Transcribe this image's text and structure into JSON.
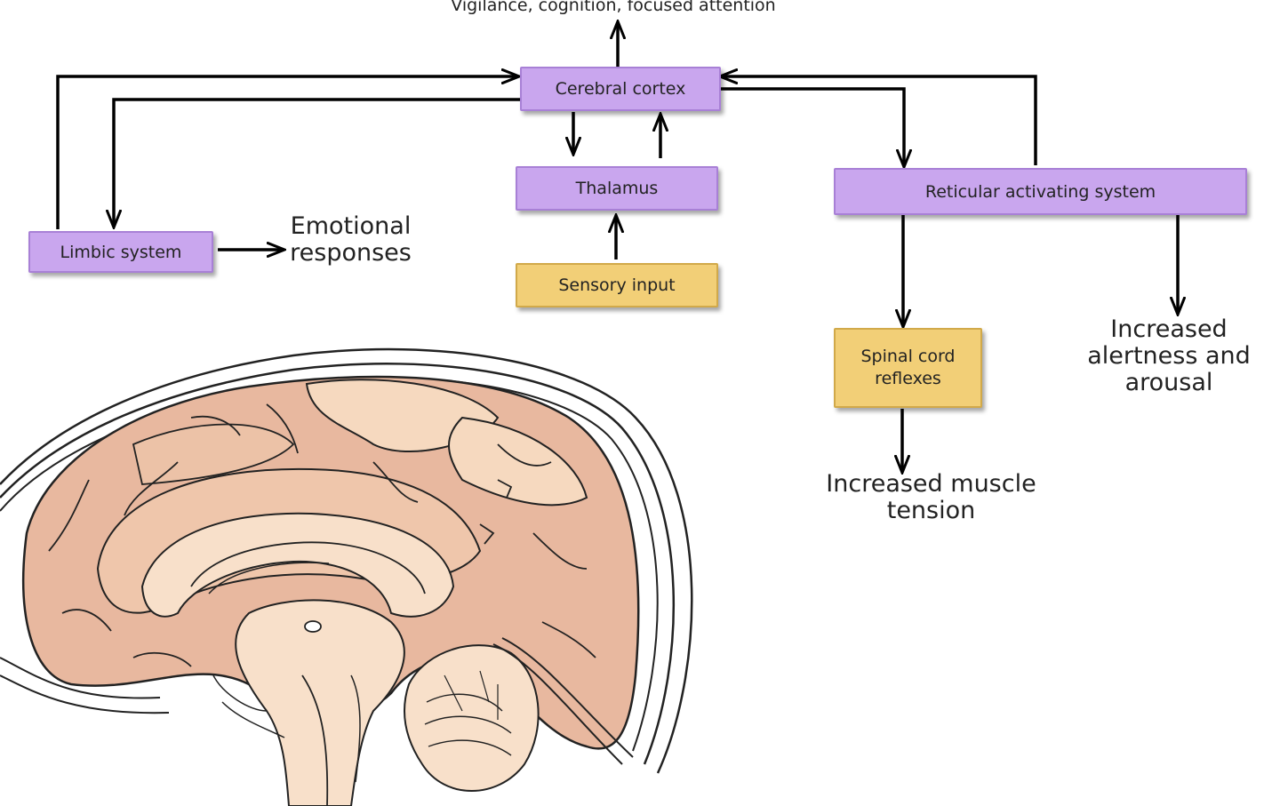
{
  "diagram": {
    "top_output": "Vigilance, cognition, focused attention",
    "nodes": {
      "cerebral_cortex": "Cerebral cortex",
      "thalamus": "Thalamus",
      "sensory_input": "Sensory input",
      "limbic_system": "Limbic system",
      "reticular_activating_system": "Reticular activating system",
      "spinal_cord_reflexes": "Spinal cord reflexes"
    },
    "outputs": {
      "emotional_responses": "Emotional responses",
      "muscle_tension": "Increased muscle tension",
      "alertness": "Increased alertness and arousal"
    },
    "colors": {
      "process_box": "#c9a6ee",
      "input_box": "#f2cf77",
      "brain_gyri": "#e6b59b",
      "brain_light": "#f7dcc3"
    },
    "illustration": "brain-sagittal-section"
  }
}
